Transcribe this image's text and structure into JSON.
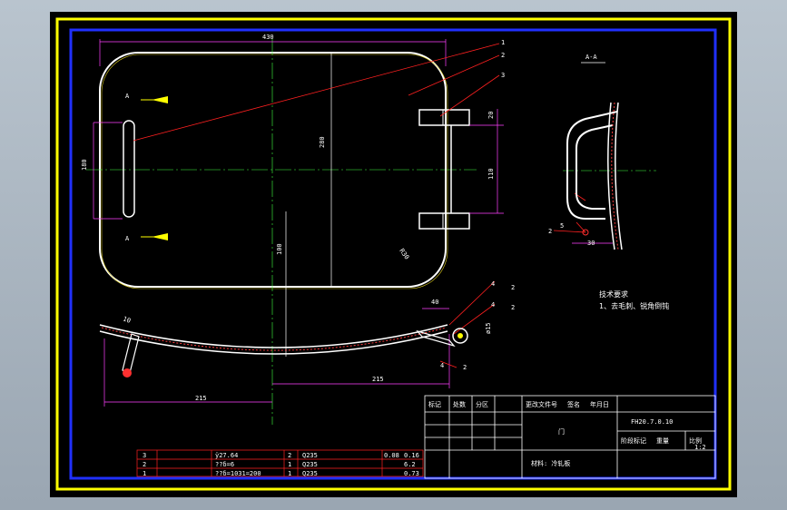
{
  "drawing": {
    "section_label": "A-A",
    "view_marker": "A",
    "tech_notes": [
      "技术要求",
      "1、去毛刺、锐角倒钝"
    ],
    "dimensions": {
      "overall_width": "430",
      "handle_height": "180",
      "height_center": "280",
      "hinge_spacing": "110",
      "hinge_height": "20",
      "bottom_len_right": "215",
      "bottom_len_left": "215",
      "section_width": "30",
      "profile_width": "40",
      "angle": "R30",
      "small_a": "10",
      "small_b": "30",
      "vertical_mid": "100",
      "hinge_dim": "ø15"
    },
    "leaders": [
      "1",
      "2",
      "3",
      "4",
      "2",
      "4",
      "2",
      "5",
      "2",
      "4",
      "2"
    ],
    "title_block": {
      "part_name": "门",
      "drawing_no": "FH20.7.0.10",
      "material": "材料: 冷轧板",
      "scale": "1:2",
      "header_cells": [
        "标记",
        "处数",
        "分区",
        "更改文件号",
        "签名",
        "年月日"
      ],
      "right_header": [
        "阶段标记",
        "重量",
        "比例"
      ]
    },
    "parts_list": [
      {
        "no": "3",
        "name": "ÿ27.64",
        "qty": "2",
        "material": "Q235",
        "w1": "0.08",
        "w2": "0.16"
      },
      {
        "no": "2",
        "name": "??δ=6",
        "qty": "1",
        "material": "Q235",
        "w1": "",
        "w2": "6.2"
      },
      {
        "no": "1",
        "name": "??δ=1031=200",
        "qty": "1",
        "material": "Q235",
        "w1": "",
        "w2": "0.73"
      }
    ]
  }
}
